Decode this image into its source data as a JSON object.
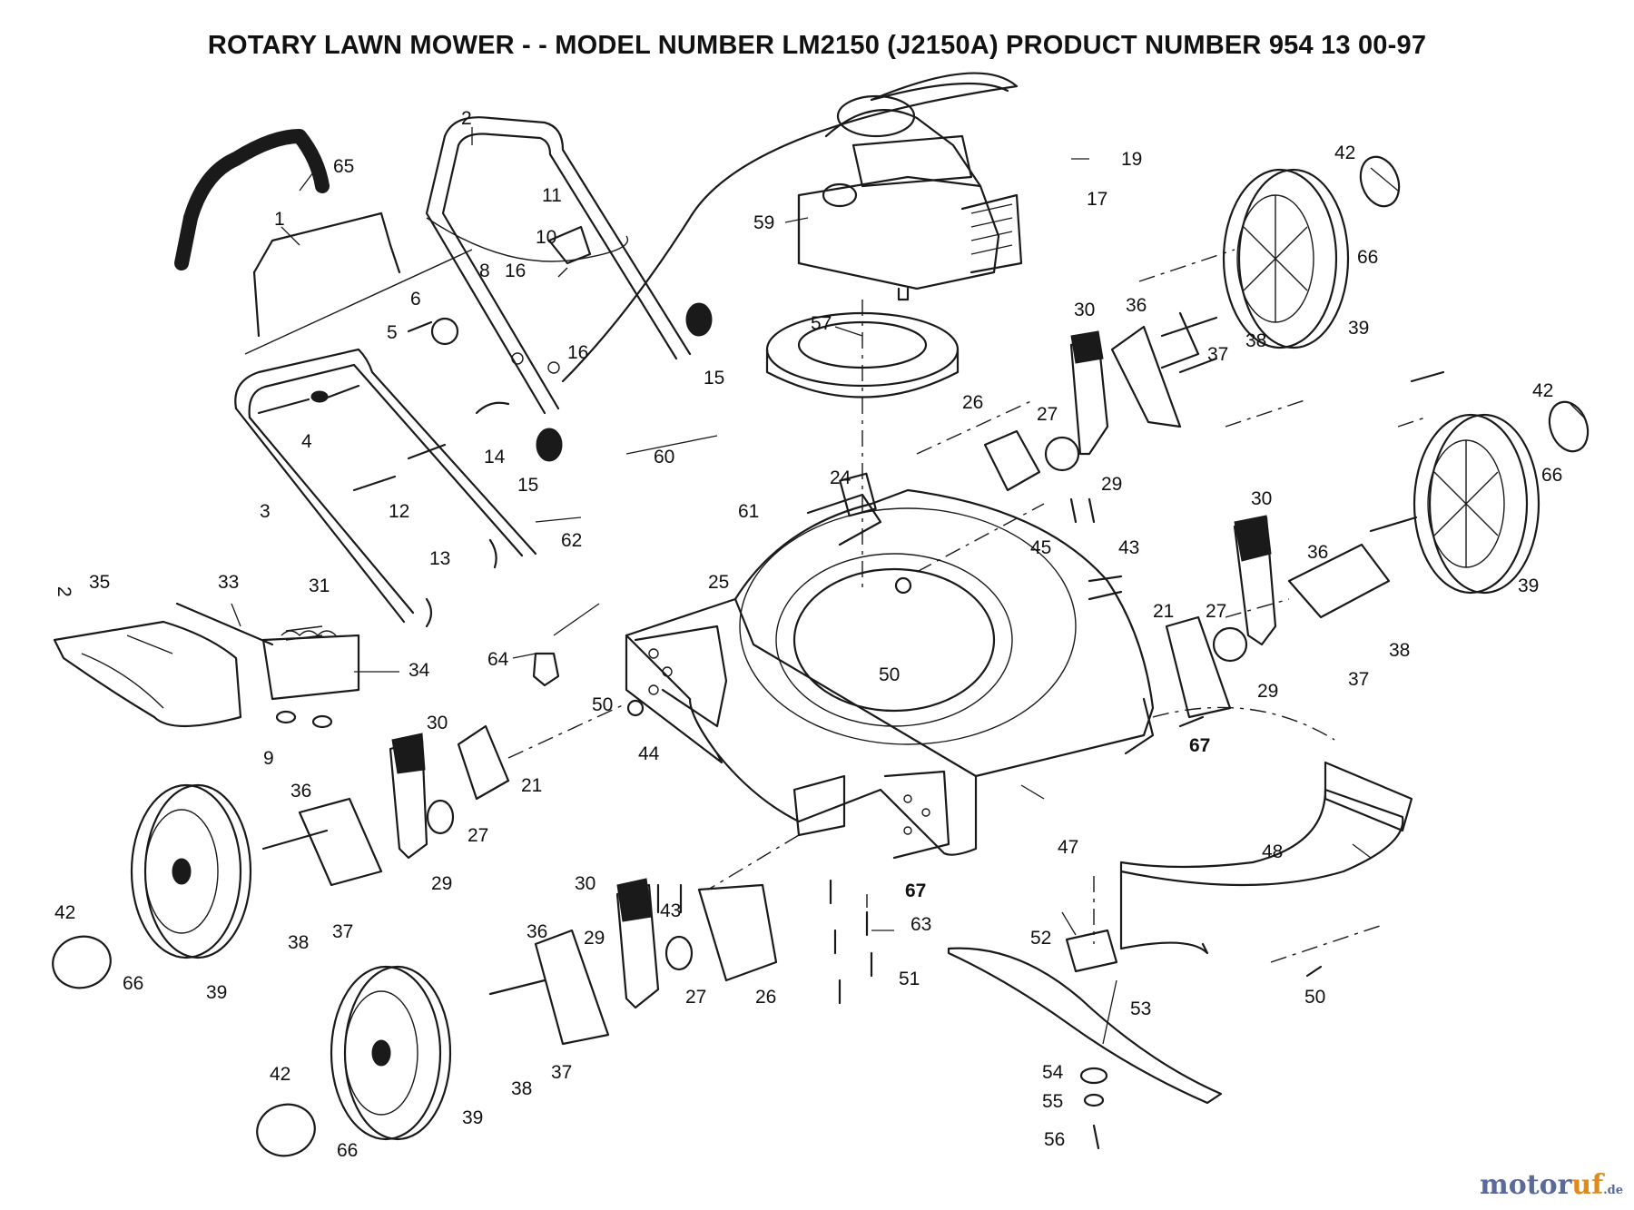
{
  "title": "ROTARY LAWN MOWER - - MODEL NUMBER LM2150 (J2150A) PRODUCT NUMBER 954 13 00-97",
  "watermark": {
    "part1": "motor",
    "part2": "uf",
    "part3": ".de"
  },
  "callouts": {
    "c65": "65",
    "c2a": "2",
    "c1": "1",
    "c11": "11",
    "c10": "10",
    "c8": "8",
    "c16a": "16",
    "c6": "6",
    "c5": "5",
    "c16b": "16",
    "c15a": "15",
    "c4": "4",
    "c14": "14",
    "c15b": "15",
    "c3": "3",
    "c12": "12",
    "c13": "13",
    "c2b": "2",
    "c35": "35",
    "c33": "33",
    "c31": "31",
    "c34": "34",
    "c9": "9",
    "c59": "59",
    "c19": "19",
    "c17": "17",
    "c57": "57",
    "c60": "60",
    "c61": "61",
    "c62": "62",
    "c24": "24",
    "c25": "25",
    "c64": "64",
    "c50a": "50",
    "c50b": "50",
    "c30a": "30",
    "c21a": "21",
    "c36a": "36",
    "c27a": "27",
    "c29a": "29",
    "c44": "44",
    "c43a": "43",
    "c42a": "42",
    "c66a": "66",
    "c39a": "39",
    "c38a": "38",
    "c37a": "37",
    "c30b": "30",
    "c29b": "29",
    "c36b": "36",
    "c27b": "27",
    "c26a": "26",
    "c38b": "38",
    "c37b": "37",
    "c42b": "42",
    "c66b": "66",
    "c39b": "39",
    "c26b": "26",
    "c27c": "27",
    "c29c": "29",
    "c30c": "30",
    "c36c": "36",
    "c37c": "37",
    "c38c": "38",
    "c42c": "42",
    "c66c": "66",
    "c39c": "39",
    "c45": "45",
    "c43b": "43",
    "c30d": "30",
    "c36d": "36",
    "c39d": "39",
    "c42d": "42",
    "c66d": "66",
    "c21b": "21",
    "c27d": "27",
    "c29d": "29",
    "c37d": "37",
    "c38d": "38",
    "c67a": "67",
    "c67b": "67",
    "c47": "47",
    "c48": "48",
    "c63": "63",
    "c51": "51",
    "c52": "52",
    "c53": "53",
    "c54": "54",
    "c55": "55",
    "c56": "56",
    "c50c": "50"
  }
}
